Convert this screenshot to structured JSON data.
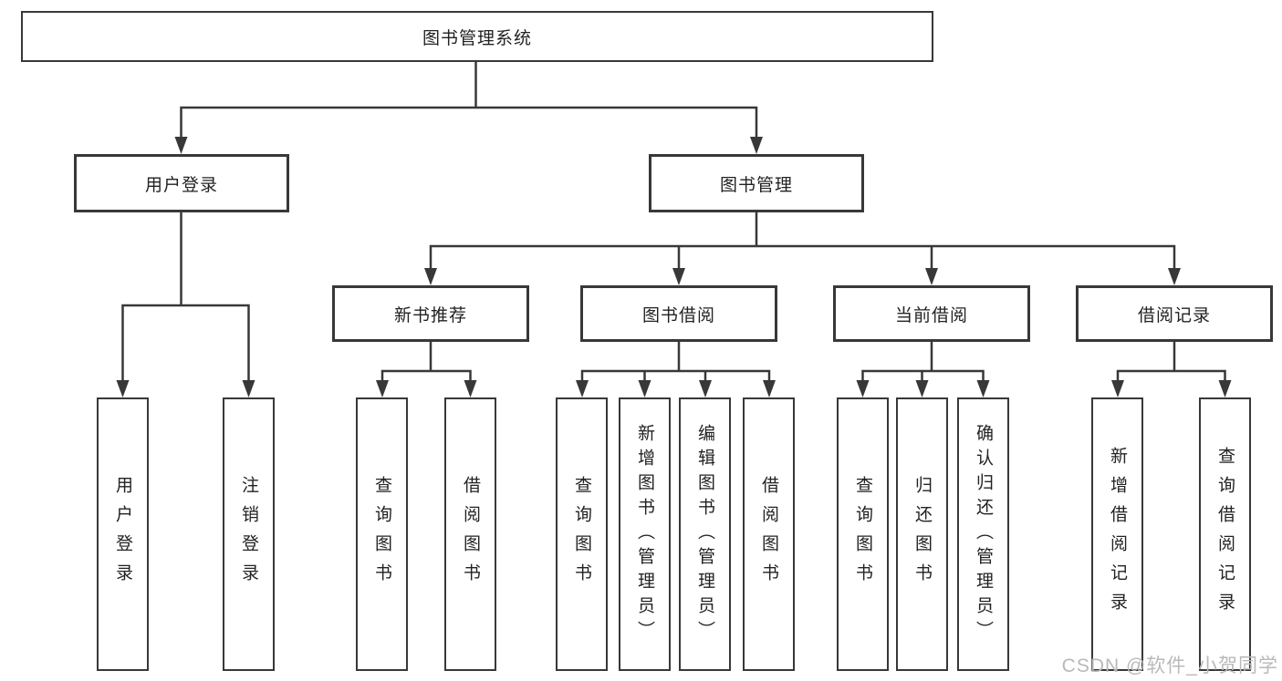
{
  "tree": {
    "label": "图书管理系统",
    "children": [
      {
        "label": "用户登录",
        "children": [
          {
            "label": "用户登录"
          },
          {
            "label": "注销登录"
          }
        ]
      },
      {
        "label": "图书管理",
        "children": [
          {
            "label": "新书推荐",
            "children": [
              {
                "label": "查询图书"
              },
              {
                "label": "借阅图书"
              }
            ]
          },
          {
            "label": "图书借阅",
            "children": [
              {
                "label": "查询图书"
              },
              {
                "label": "新增图书（管理员）"
              },
              {
                "label": "编辑图书（管理员）"
              },
              {
                "label": "借阅图书"
              }
            ]
          },
          {
            "label": "当前借阅",
            "children": [
              {
                "label": "查询图书"
              },
              {
                "label": "归还图书"
              },
              {
                "label": "确认归还（管理员）"
              }
            ]
          },
          {
            "label": "借阅记录",
            "children": [
              {
                "label": "新增借阅记录"
              },
              {
                "label": "查询借阅记录"
              }
            ]
          }
        ]
      }
    ]
  },
  "watermark": {
    "text": "CSDN @软件_小贺同学"
  },
  "colors": {
    "line": "#383838",
    "box_border": "#383838",
    "text": "#222222",
    "watermark": "#b9b9b9",
    "background": "#ffffff"
  }
}
